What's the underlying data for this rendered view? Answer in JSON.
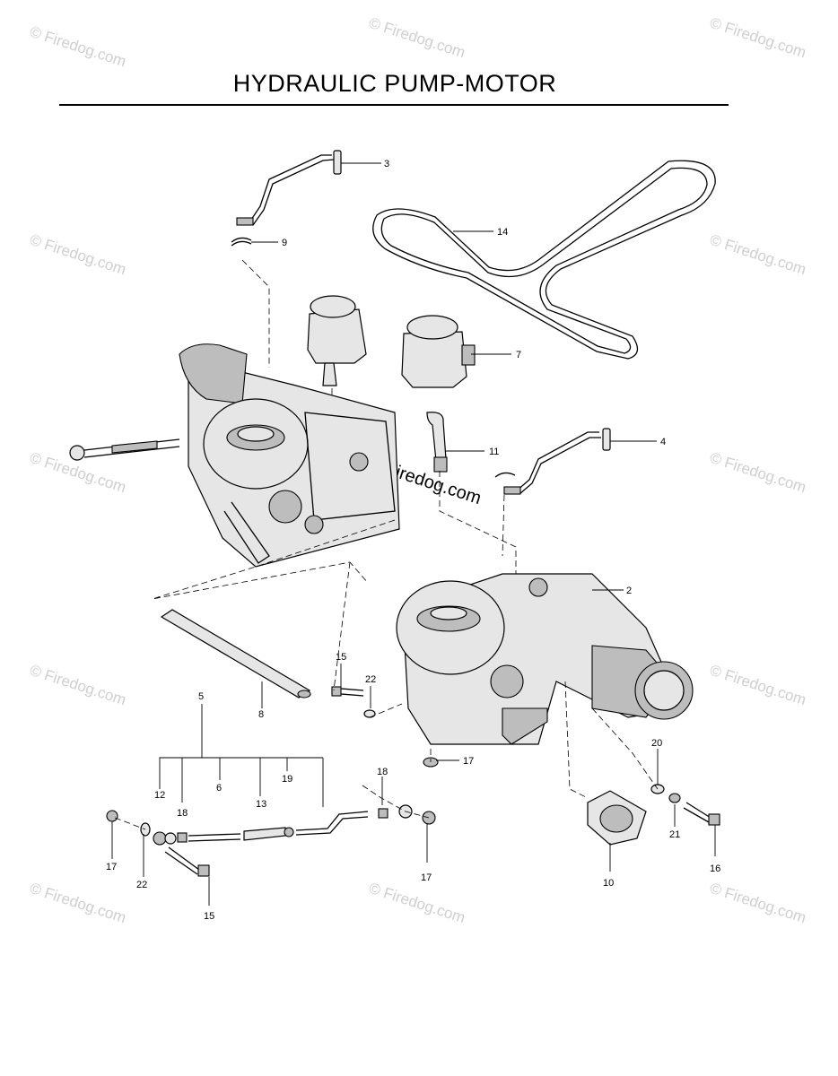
{
  "title": "HYDRAULIC PUMP-MOTOR",
  "watermark": "© Firedog.com",
  "center_watermark": "Firedog.com",
  "callouts": {
    "c1": "3",
    "c2": "9",
    "c3": "14",
    "c4": "7",
    "c5": "4",
    "c6": "11",
    "c7": "2",
    "c8": "15",
    "c9": "22",
    "c10": "8",
    "c11": "5",
    "c12": "17",
    "c13": "18",
    "c14": "12",
    "c15": "18",
    "c16": "6",
    "c17": "13",
    "c18": "19",
    "c19": "20",
    "c20": "17",
    "c21": "22",
    "c22": "17",
    "c23": "10",
    "c24": "21",
    "c25": "16",
    "c26": "15"
  }
}
